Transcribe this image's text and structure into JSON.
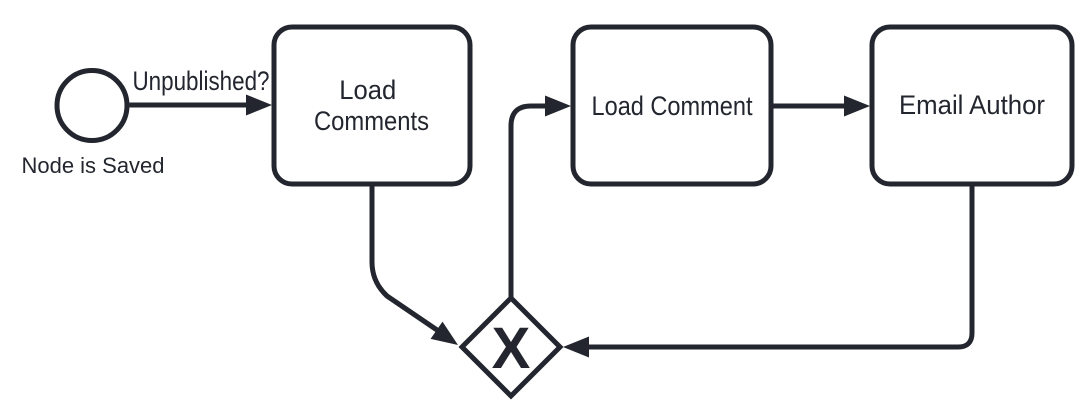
{
  "colors": {
    "background": "#ffffff",
    "ink": "#23262e"
  },
  "diagram": {
    "type": "bpmn-workflow",
    "start_event": {
      "label": "Node is Saved",
      "shape": "circle"
    },
    "edge_unpublished": {
      "label": "Unpublished?"
    },
    "task_load_comments": {
      "line1": "Load",
      "line2": "Comments"
    },
    "task_load_comment": {
      "label": "Load Comment"
    },
    "task_email_author": {
      "label": "Email Author"
    },
    "gateway": {
      "symbol": "X",
      "type": "exclusive-gateway"
    }
  }
}
